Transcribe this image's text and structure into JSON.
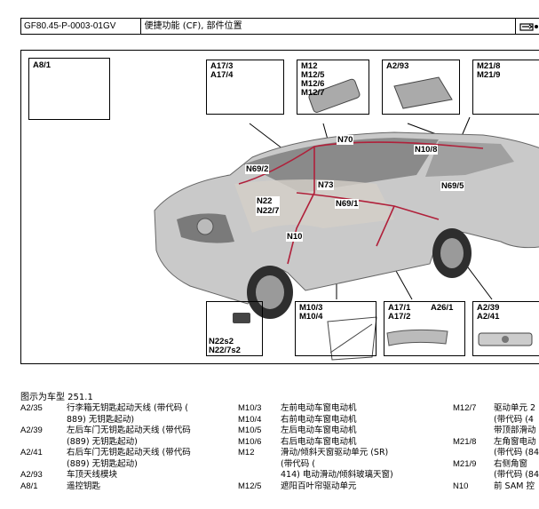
{
  "header": {
    "doc_id": "GF80.45-P-0003-01GV",
    "title": "便捷功能 (CF), 部件位置"
  },
  "figure": {
    "boxes": {
      "a8_1": "A8/1",
      "a17_3": "A17/3\nA17/4",
      "m12": "M12\nM12/5\nM12/6\nM12/7",
      "a2_93": "A2/93",
      "m21": "M21/8\nM21/9",
      "n22s2": "N22s2\nN22/7s2",
      "m10": "M10/3\nM10/4",
      "a17_1": "A17/1\nA17/2",
      "a26_1": "A26/1",
      "a2_39": "A2/39\nA2/41"
    },
    "callouts": {
      "n70": "N70",
      "n10_8": "N10/8",
      "n69_2": "N69/2",
      "n73": "N73",
      "n69_5": "N69/5",
      "n22": "N22\nN22/7",
      "n69_1": "N69/1",
      "n10": "N10"
    }
  },
  "caption": "图示为车型 251.1",
  "legend": {
    "col1": [
      {
        "code": "A2/35",
        "lines": [
          "行李箱无钥匙起动天线 (带代码 (",
          "889) 无钥匙起动)"
        ]
      },
      {
        "code": "A2/39",
        "lines": [
          "左后车门无钥匙起动天线 (带代码",
          "(889) 无钥匙起动)"
        ]
      },
      {
        "code": "A2/41",
        "lines": [
          "右后车门无钥匙起动天线 (带代码",
          "(889) 无钥匙起动)"
        ]
      },
      {
        "code": "A2/93",
        "lines": [
          "车顶天线模块"
        ]
      },
      {
        "code": "A8/1",
        "lines": [
          "遥控钥匙"
        ]
      }
    ],
    "col2": [
      {
        "code": "M10/3",
        "lines": [
          "左前电动车窗电动机"
        ]
      },
      {
        "code": "M10/4",
        "lines": [
          "右前电动车窗电动机"
        ]
      },
      {
        "code": "M10/5",
        "lines": [
          "左后电动车窗电动机"
        ]
      },
      {
        "code": "M10/6",
        "lines": [
          "右后电动车窗电动机"
        ]
      },
      {
        "code": "M12",
        "lines": [
          "滑动/倾斜天窗驱动单元 (SR)",
          "(带代码 (",
          "414) 电动滑动/倾斜玻璃天窗)"
        ]
      },
      {
        "code": "M12/5",
        "lines": [
          "遮阳百叶帘驱动单元"
        ]
      }
    ],
    "col3": [
      {
        "code": "M12/7",
        "lines": [
          "驱动单元 2",
          "(带代码 (4",
          "带顶部滑动"
        ]
      },
      {
        "code": "M21/8",
        "lines": [
          "左角窗电动",
          "(带代码 (84"
        ]
      },
      {
        "code": "M21/9",
        "lines": [
          "右侧角窗",
          "(带代码 (84"
        ]
      },
      {
        "code": "N10",
        "lines": [
          "前 SAM 控"
        ]
      }
    ]
  }
}
